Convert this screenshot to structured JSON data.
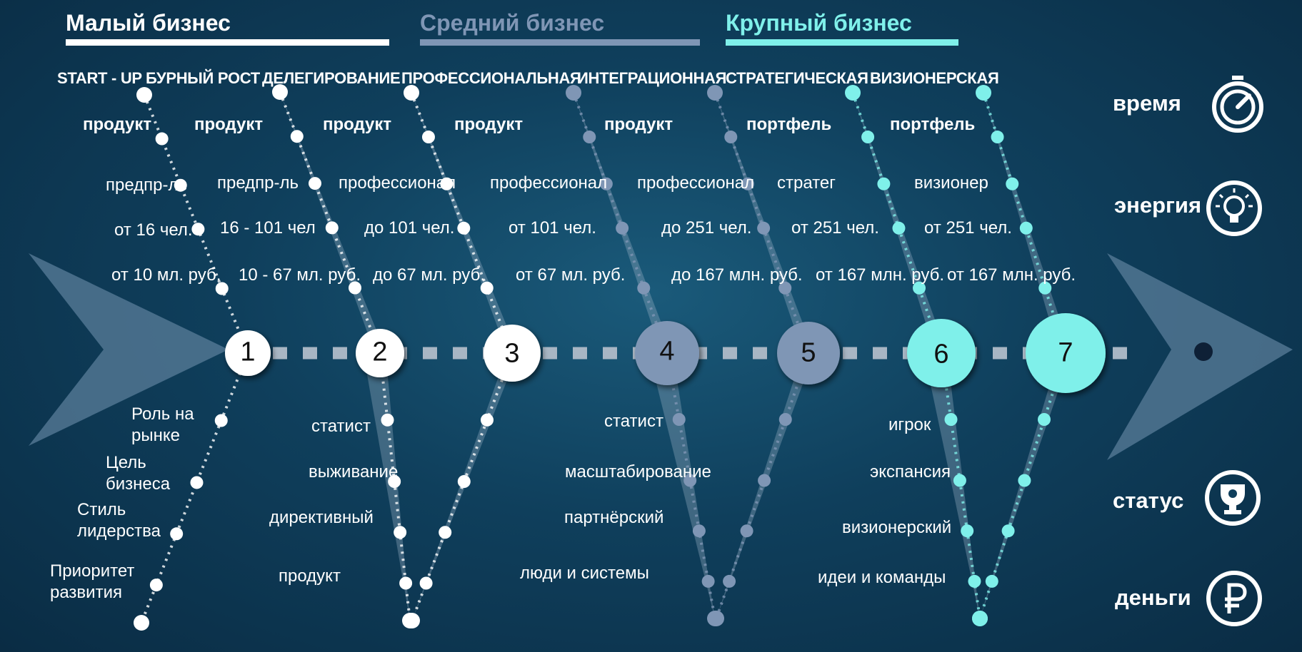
{
  "segments": [
    {
      "title": "Малый бизнес",
      "color": "#ffffff"
    },
    {
      "title": "Средний бизнес",
      "color": "#7f96b5"
    },
    {
      "title": "Крупный бизнес",
      "color": "#7ff0ea"
    }
  ],
  "stages": [
    "START - UP",
    "БУРНЫЙ РОСТ",
    "ДЕЛЕГИРОВАНИЕ",
    "ПРОФЕССИОНАЛЬНАЯ",
    "ИНТЕГРАЦИОННАЯ",
    "СТРАТЕГИЧЕСКАЯ",
    "ВИЗИОНЕРСКАЯ"
  ],
  "focus": [
    "продукт",
    "продукт",
    "продукт",
    "продукт",
    "продукт",
    "портфель",
    "портфель"
  ],
  "leader": [
    "предпр-ль",
    "предпр-ль",
    "профессионал",
    "профессионал",
    "профессионал",
    "стратег",
    "визионер"
  ],
  "staff": [
    "от 16 чел.",
    "16 - 101 чел",
    "до 101 чел.",
    "от 101 чел.",
    "до 251 чел.",
    "от 251 чел.",
    "от 251 чел."
  ],
  "revenue": [
    "от 10 мл. руб.",
    "10 - 67 мл. руб.",
    "до 67 мл. руб.",
    "от 67 мл. руб.",
    "до 167 млн. руб.",
    "от 167 млн. руб.",
    "от 167 млн. руб."
  ],
  "numbers": [
    "1",
    "2",
    "3",
    "4",
    "5",
    "6",
    "7"
  ],
  "left_labels": [
    "Роль на рынке",
    "Цель бизнеса",
    "Стиль лидерства",
    "Приоритет развития"
  ],
  "bottom_columns": [
    [
      "статист",
      "выживание",
      "директивный",
      "продукт"
    ],
    [
      "статист",
      "масштабирование",
      "партнёрский",
      "люди и системы"
    ],
    [
      "игрок",
      "экспансия",
      "визионерский",
      "идеи и команды"
    ]
  ],
  "right_labels": [
    "время",
    "энергия",
    "статус",
    "деньги"
  ],
  "icons": [
    "stopwatch-icon",
    "lightbulb-icon",
    "trophy-icon",
    "ruble-icon"
  ],
  "colors": {
    "white": "#ffffff",
    "mid": "#7f96b5",
    "large": "#7ff0ea",
    "dark_dot": "#0e2036"
  }
}
